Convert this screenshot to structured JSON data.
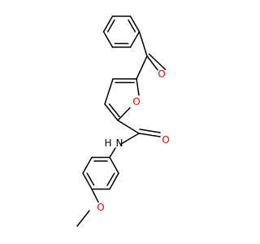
{
  "structure": {
    "background_color": "#ffffff",
    "bond_color": "#000000",
    "heteroatom_color": "#ff0000",
    "labels": {
      "ketone_oxygen": "O",
      "furan_oxygen": "O",
      "amide_oxygen": "O",
      "amide_nitrogen": "N",
      "amide_hydrogen": "H",
      "ether_oxygen": "O"
    }
  }
}
